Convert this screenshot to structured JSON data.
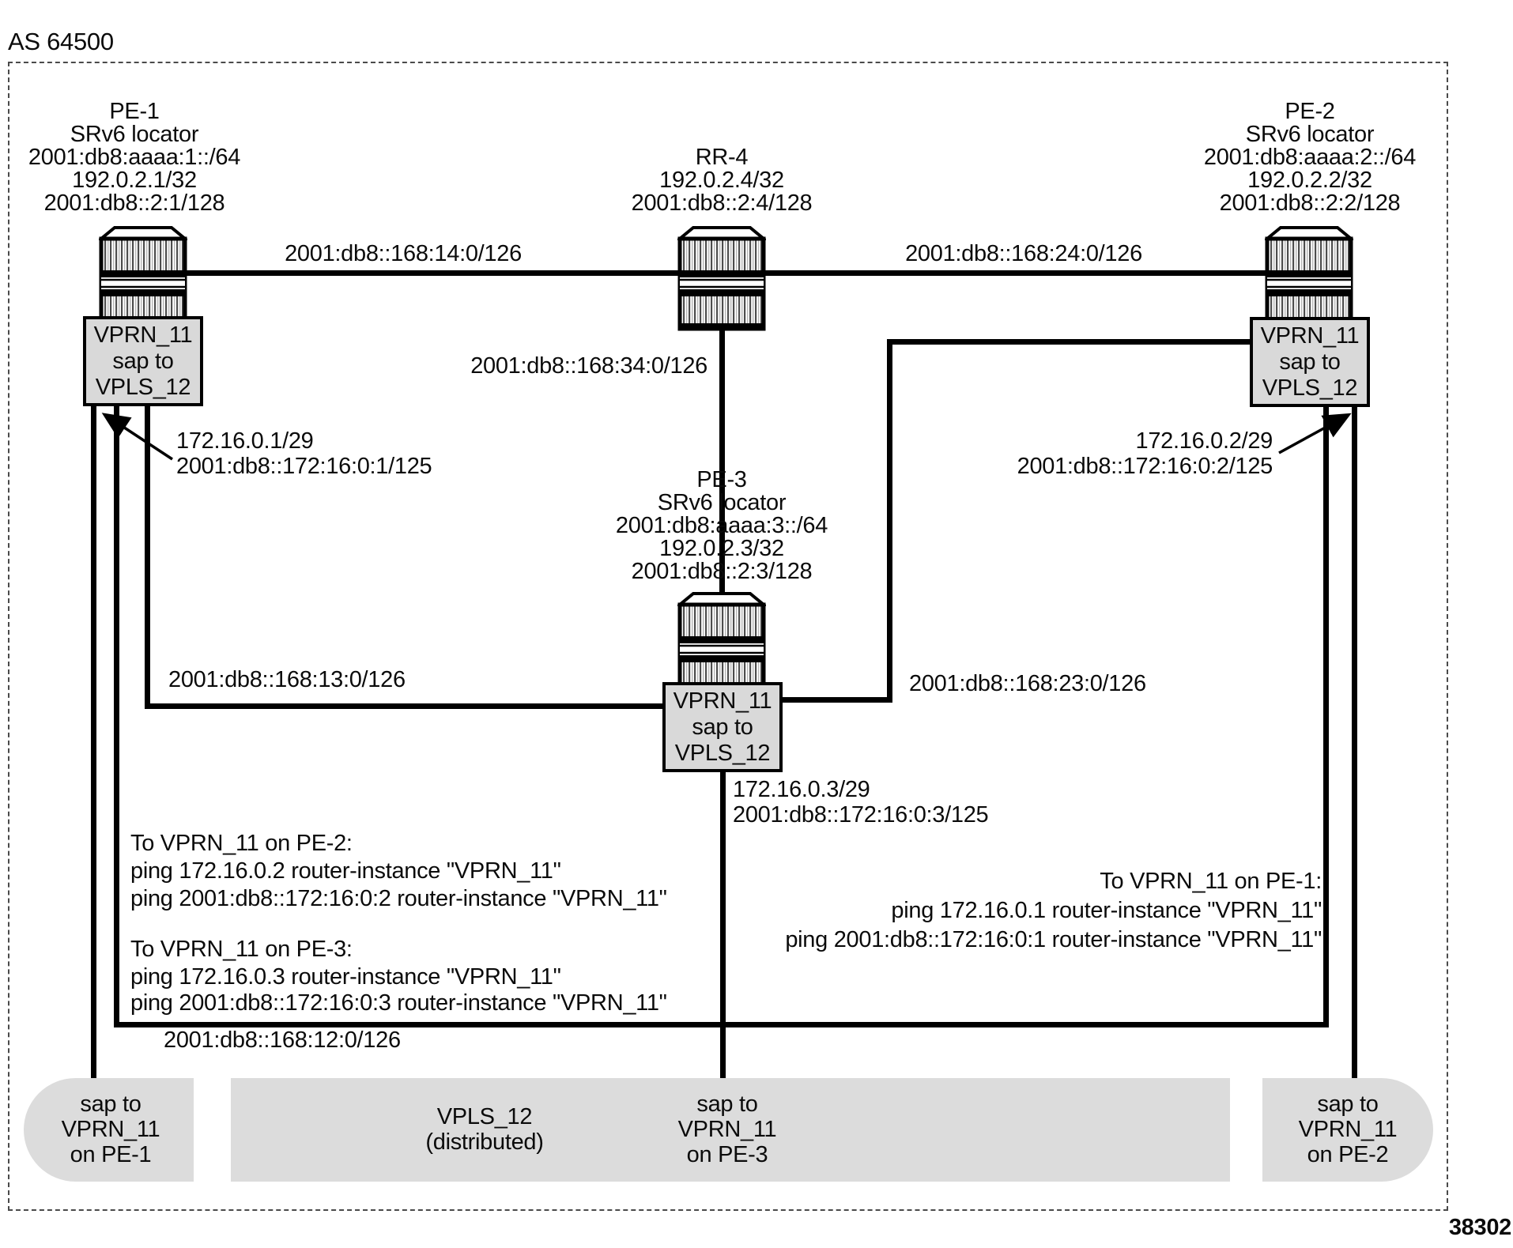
{
  "as_label": "AS 64500",
  "figure_number": "38302",
  "routers": {
    "pe1": {
      "lines": [
        "PE-1",
        "SRv6 locator",
        "2001:db8:aaaa:1::/64",
        "192.0.2.1/32",
        "2001:db8::2:1/128"
      ]
    },
    "rr4": {
      "lines": [
        "RR-4",
        "192.0.2.4/32",
        "2001:db8::2:4/128"
      ]
    },
    "pe2": {
      "lines": [
        "PE-2",
        "SRv6 locator",
        "2001:db8:aaaa:2::/64",
        "192.0.2.2/32",
        "2001:db8::2:2/128"
      ]
    },
    "pe3": {
      "lines": [
        "PE-3",
        "SRv6 locator",
        "2001:db8:aaaa:3::/64",
        "192.0.2.3/32",
        "2001:db8::2:3/128"
      ]
    }
  },
  "vprn_box": {
    "lines": [
      "VPRN_11",
      "sap to",
      "VPLS_12"
    ]
  },
  "links": {
    "pe1_rr4": "2001:db8::168:14:0/126",
    "rr4_pe2": "2001:db8::168:24:0/126",
    "rr4_pe3": "2001:db8::168:34:0/126",
    "pe1_pe3": "2001:db8::168:13:0/126",
    "pe3_pe2": "2001:db8::168:23:0/126",
    "pe1_pe2": "2001:db8::168:12:0/126"
  },
  "sap_addresses": {
    "pe1": {
      "v4": "172.16.0.1/29",
      "v6": "2001:db8::172:16:0:1/125"
    },
    "pe2": {
      "v4": "172.16.0.2/29",
      "v6": "2001:db8::172:16:0:2/125"
    },
    "pe3": {
      "v4": "172.16.0.3/29",
      "v6": "2001:db8::172:16:0:3/125"
    }
  },
  "ping_left_1": {
    "title": "To VPRN_11 on PE-2:",
    "line1": "ping 172.16.0.2 router-instance \"VPRN_11\"",
    "line2": "ping 2001:db8::172:16:0:2 router-instance \"VPRN_11\""
  },
  "ping_left_2": {
    "title": "To VPRN_11 on PE-3:",
    "line1": "ping 172.16.0.3 router-instance \"VPRN_11\"",
    "line2": "ping 2001:db8::172:16:0:3 router-instance \"VPRN_11\""
  },
  "ping_right": {
    "title": "To VPRN_11 on PE-1:",
    "line1": "ping 172.16.0.1 router-instance \"VPRN_11\"",
    "line2": "ping 2001:db8::172:16:0:1 router-instance \"VPRN_11\""
  },
  "vpls": {
    "title": "VPLS_12",
    "subtitle": "(distributed)",
    "sap_pe1": [
      "sap to",
      "VPRN_11",
      "on PE-1"
    ],
    "sap_pe3": [
      "sap to",
      "VPRN_11",
      "on PE-3"
    ],
    "sap_pe2": [
      "sap to",
      "VPRN_11",
      "on PE-2"
    ]
  },
  "colors": {
    "line": "#000000",
    "vprn_fill": "#d9d9d9",
    "vpls_fill": "#dcdcdc",
    "border": "#000000"
  }
}
